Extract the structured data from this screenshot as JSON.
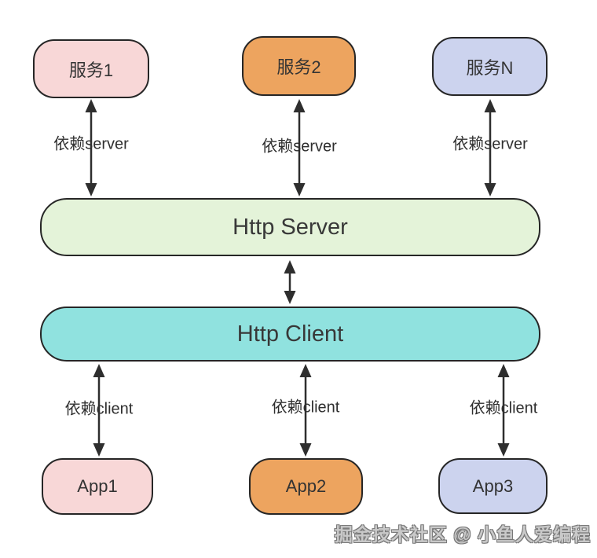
{
  "nodes": {
    "services": [
      {
        "label": "服务1",
        "color": "#f8d7d7"
      },
      {
        "label": "服务2",
        "color": "#eda45f"
      },
      {
        "label": "服务N",
        "color": "#ccd3ee"
      }
    ],
    "apps": [
      {
        "label": "App1",
        "color": "#f8d7d7"
      },
      {
        "label": "App2",
        "color": "#eda45f"
      },
      {
        "label": "App3",
        "color": "#ccd3ee"
      }
    ]
  },
  "bars": {
    "server": {
      "label": "Http Server",
      "color": "#e4f3d9"
    },
    "client": {
      "label": "Http Client",
      "color": "#90e2df"
    }
  },
  "edges": {
    "server_label": "依赖server",
    "client_label": "依赖client"
  },
  "watermark": "掘金技术社区 @ 小鱼人爱编程",
  "colors": {
    "background": "#ffffff",
    "border": "#262626",
    "arrow": "#2e2e2e",
    "text": "#333333"
  }
}
